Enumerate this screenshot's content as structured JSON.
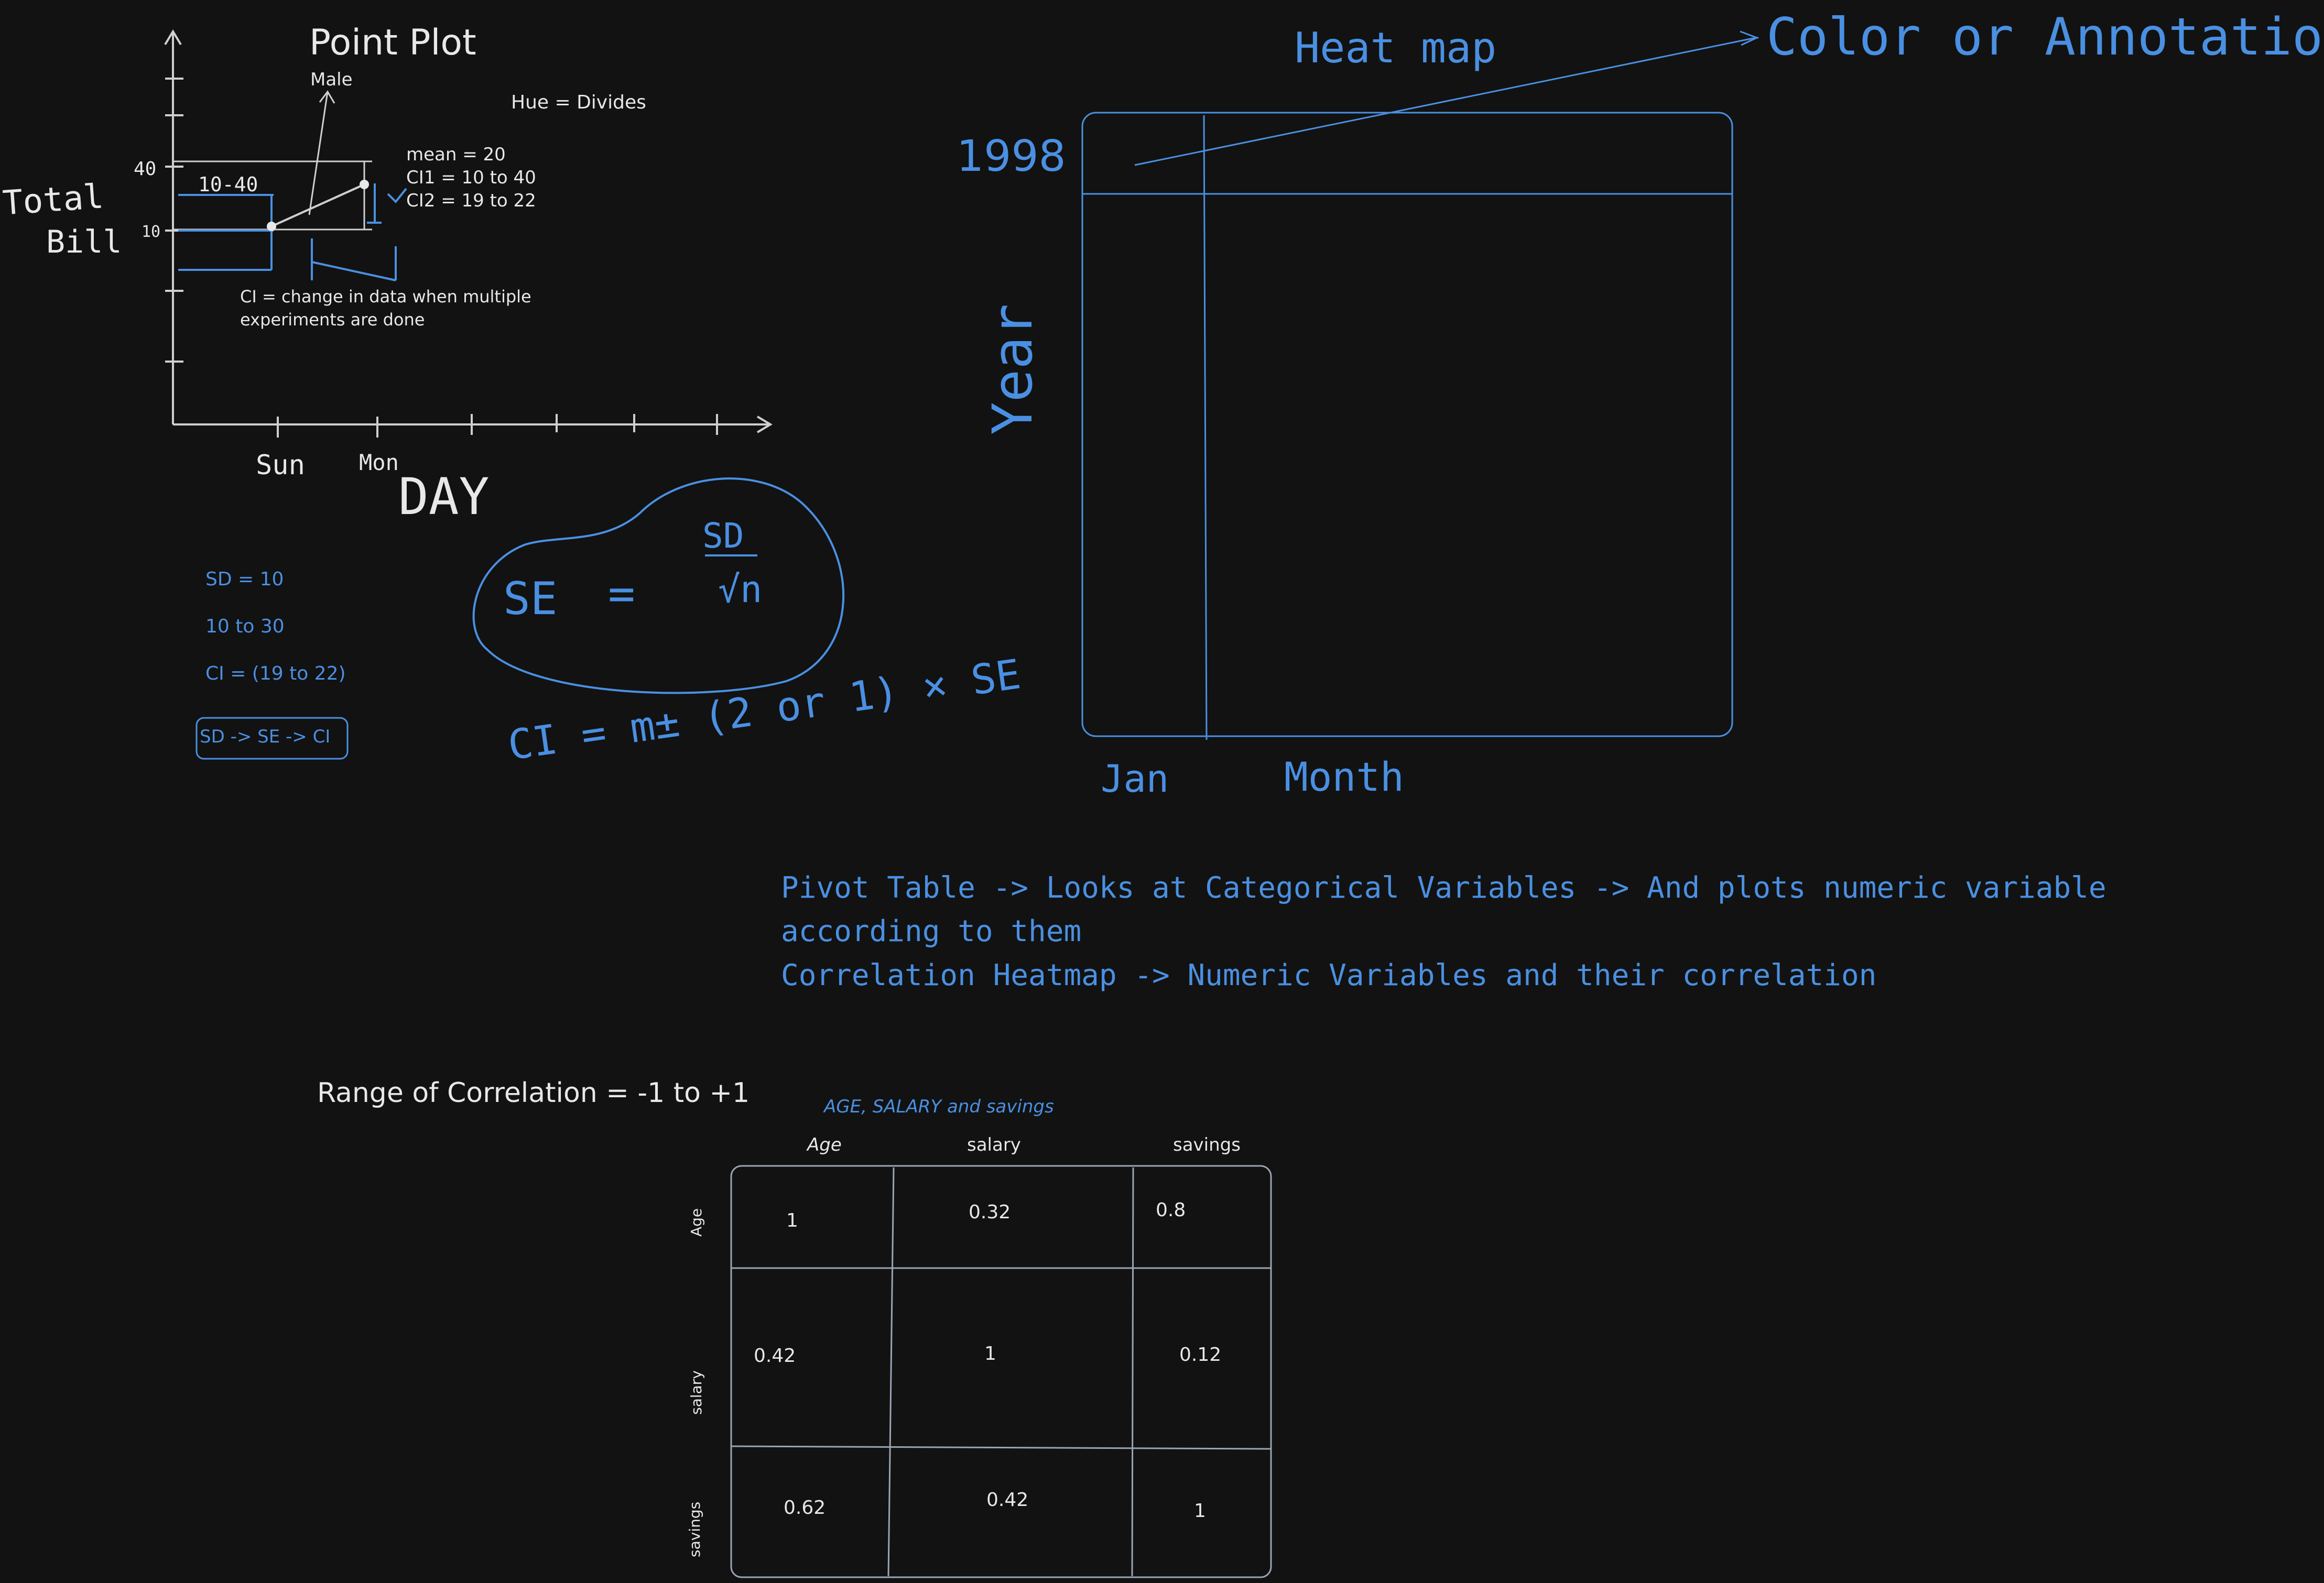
{
  "point_plot": {
    "title": "Point Plot",
    "male_label": "Male",
    "hue_note": "Hue = Divides",
    "range_label": "10-40",
    "tick_40": "40",
    "tick_10": "10",
    "y_label_line1": "Total",
    "y_label_line2": "Bill",
    "mean": "mean = 20",
    "ci1": "CI1 = 10 to 40",
    "ci2": "CI2 = 19 to 22",
    "ci_def_line1": "CI = change in data when multiple",
    "ci_def_line2": "experiments are done",
    "x_sun": "Sun",
    "x_mon": "Mon",
    "x_axis": "DAY"
  },
  "notes": {
    "sd": "SD = 10",
    "range": "10 to 30",
    "ci": "CI = (19 to 22)",
    "chain": "SD -> SE -> CI",
    "se_lhs": "SE",
    "se_eq": "=",
    "se_num": "SD",
    "se_den": "√n",
    "ci_formula": "CI = m± (2 or 1) × SE"
  },
  "heatmap": {
    "title": "Heat map",
    "annotation": "Color or Annotation",
    "row_label": "1998",
    "y_axis": "Year",
    "col_label": "Jan",
    "x_axis": "Month"
  },
  "pivot": {
    "line1": "Pivot Table -> Looks at Categorical Variables -> And plots numeric variable",
    "line2": "according to them",
    "line3": "Correlation Heatmap -> Numeric Variables and their correlation"
  },
  "correlation": {
    "range": "Range of Correlation = -1 to +1",
    "caption": "AGE, SALARY and savings",
    "columns": [
      "Age",
      "salary",
      "savings"
    ],
    "rows": [
      "Age",
      "salary",
      "savings"
    ],
    "values": [
      [
        "1",
        "0.32",
        "0.8"
      ],
      [
        "0.42",
        "1",
        "0.12"
      ],
      [
        "0.62",
        "0.42",
        "1"
      ]
    ]
  },
  "colors": {
    "background": "#121212",
    "ink": "#e8e8e8",
    "accent": "#4a90e2",
    "grid": "#9aa4b4"
  }
}
